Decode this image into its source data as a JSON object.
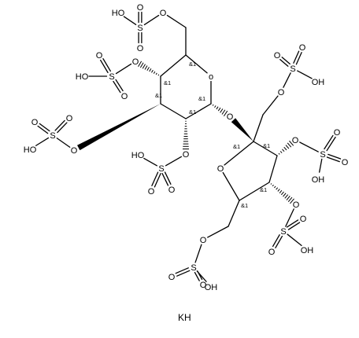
{
  "molecule": {
    "counterion": "KH",
    "labels": {
      "oh": "OH",
      "ho": "HO",
      "o": "O",
      "s": "S",
      "ring_o": "o",
      "stereo": "&1"
    }
  }
}
